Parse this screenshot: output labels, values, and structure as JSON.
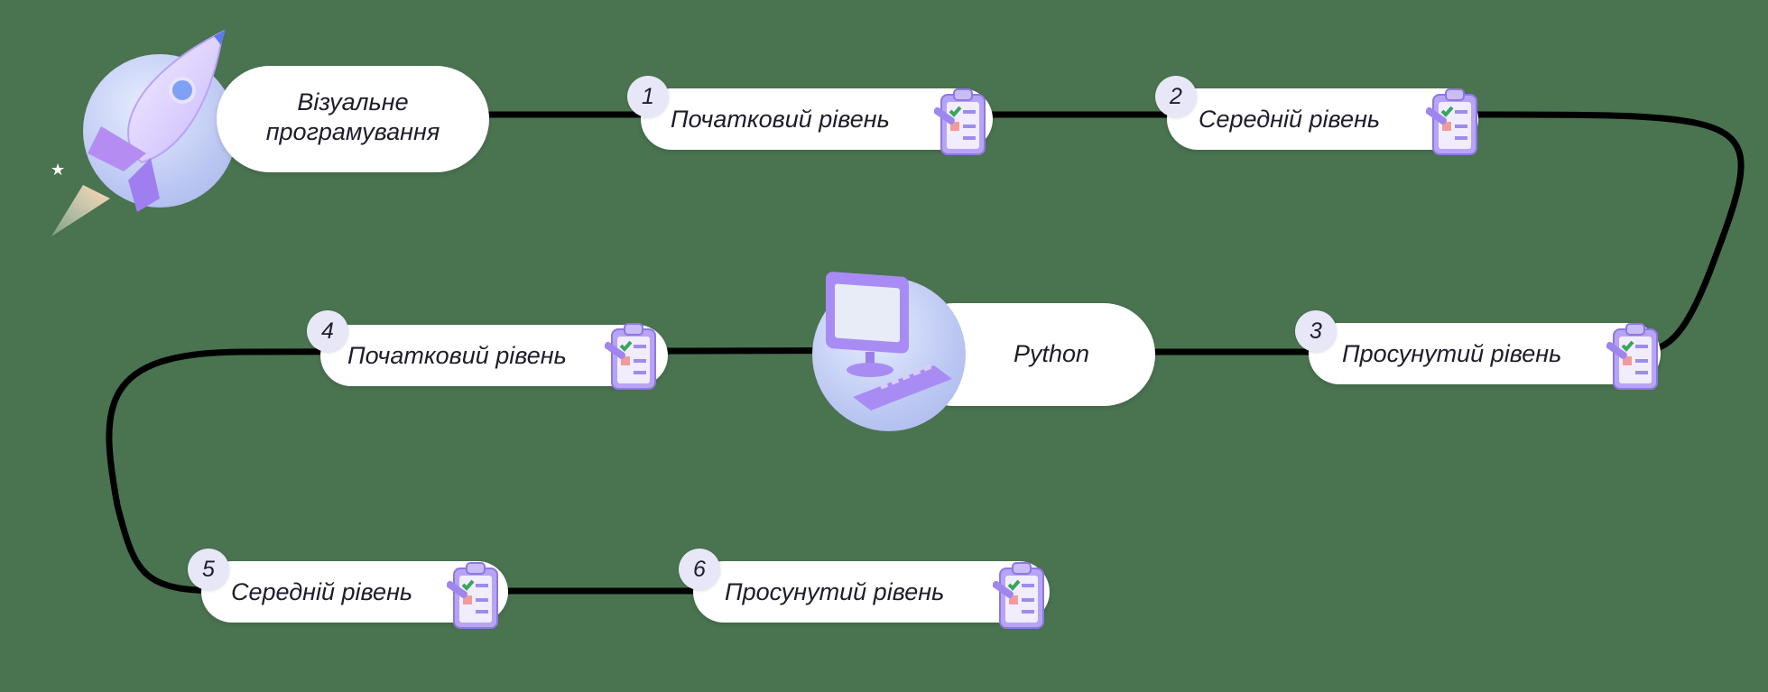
{
  "start": {
    "title_line1": "Візуальне",
    "title_line2": "програмування",
    "icon": "rocket-icon"
  },
  "python": {
    "title": "Python",
    "icon": "computer-icon"
  },
  "steps": [
    {
      "number": "1",
      "label": "Початковий рівень",
      "icon": "checklist-icon"
    },
    {
      "number": "2",
      "label": "Середній рівень",
      "icon": "checklist-icon"
    },
    {
      "number": "3",
      "label": "Просунутий рівень",
      "icon": "checklist-icon"
    },
    {
      "number": "4",
      "label": "Початковий рівень",
      "icon": "checklist-icon"
    },
    {
      "number": "5",
      "label": "Середній рівень",
      "icon": "checklist-icon"
    },
    {
      "number": "6",
      "label": "Просунутий рівень",
      "icon": "checklist-icon"
    }
  ],
  "colors": {
    "background": "#4a7350",
    "path": "#000000",
    "pill": "#ffffff",
    "badge": "#e7e7f7",
    "accent": "#9f86ef"
  }
}
